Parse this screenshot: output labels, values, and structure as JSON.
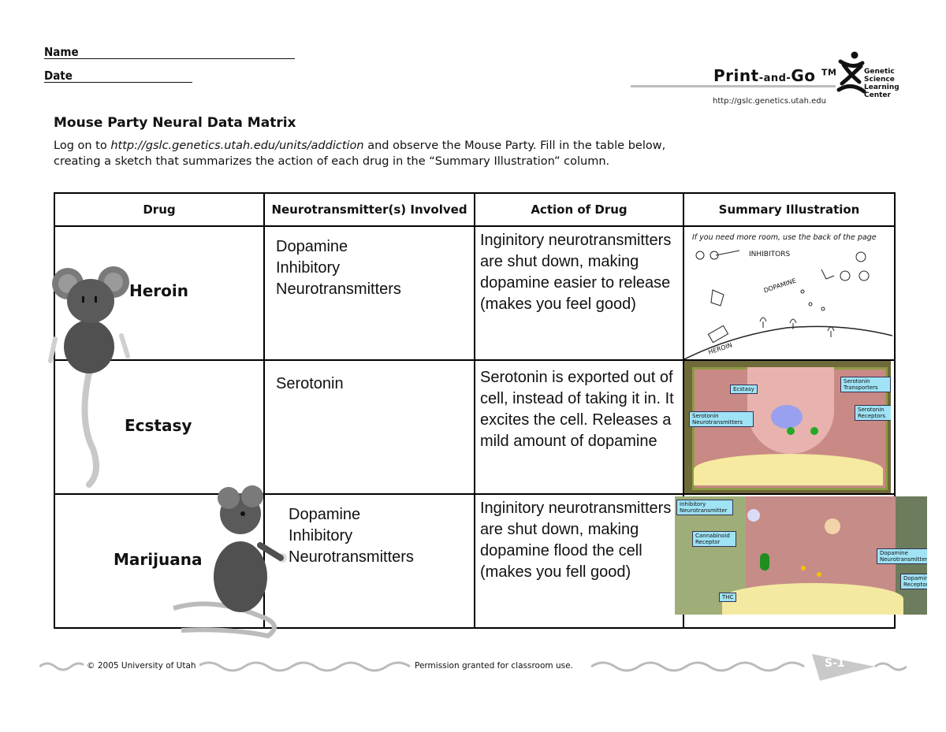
{
  "header": {
    "name_label": "Name",
    "date_label": "Date"
  },
  "brand": {
    "name_part1": "Print",
    "name_part2": "-and-",
    "name_part3": "Go",
    "tm": "TM",
    "url": "http://gslc.genetics.utah.edu",
    "org_lines": [
      "Genetic",
      "Science",
      "Learning",
      "Center"
    ]
  },
  "title": "Mouse Party Neural Data Matrix",
  "intro": {
    "prefix": "Log on to ",
    "link": "http://gslc.genetics.utah.edu/units/addiction",
    "suffix": " and observe the Mouse Party. Fill in the table below, creating a sketch that summarizes the action of each drug in the “Summary Illustration” column."
  },
  "table": {
    "headers": [
      "Drug",
      "Neurotransmitter(s) Involved",
      "Action of Drug",
      "Summary Illustration"
    ],
    "rows": [
      {
        "drug": "Heroin",
        "neuro": [
          "Dopamine",
          "Inhibitory",
          "Neurotransmitters"
        ],
        "action": "Inginitory neurotransmitters are shut down, making dopamine easier to release (makes you feel good)"
      },
      {
        "drug": "Ecstasy",
        "neuro": [
          "Serotonin"
        ],
        "action": "Serotonin is exported out of cell, instead of taking it in. It excites the cell. Releases a mild amount of dopamine"
      },
      {
        "drug": "Marijuana",
        "neuro": [
          "Dopamine",
          "Inhibitory",
          "Neurotransmitters"
        ],
        "action": "Inginitory neurotransmitters are shut down, making dopamine flood the cell (makes you fell good)"
      }
    ]
  },
  "illustrations": {
    "heroin": {
      "note": "If you need more room, use the back of the page",
      "labels": [
        "INHIBITORS",
        "DOPAMINE",
        "HEROIN"
      ]
    },
    "ecstasy": {
      "labels": [
        "Ecstasy",
        "Serotonin Transporters",
        "Serotonin Neurotransmitters",
        "Serotonin Receptors"
      ]
    },
    "marijuana": {
      "labels": [
        "Inhibitory Neurotransmitter",
        "Cannabinoid Receptor",
        "THC",
        "Dopamine Neurotransmitter",
        "Dopamine Receptor"
      ]
    }
  },
  "footer": {
    "copyright": "© 2005 University of Utah",
    "permission": "Permission granted for classroom use.",
    "page": "S-1"
  }
}
